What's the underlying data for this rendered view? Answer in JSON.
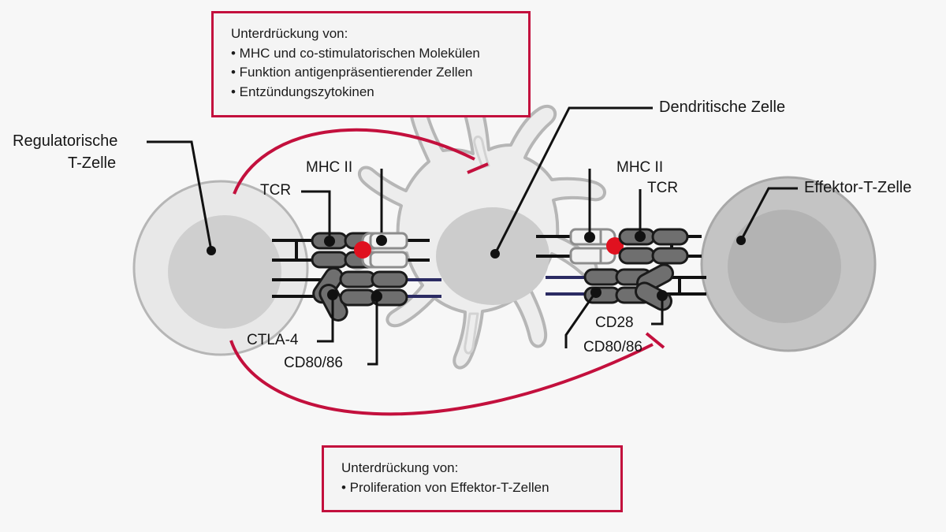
{
  "diagram": {
    "title_semantic": "Regulatorische T-Zelle vermittelte Suppression dendritischer Zellen und Effektor-T-Zellen",
    "background_color": "#f7f7f7",
    "accent_color": "#c3103d",
    "antigen_color": "#e0111f",
    "membrane_color_tcell": "#111111",
    "membrane_color_dendritic": "#2b2b63",
    "receptor_fill": "#6f6f6f",
    "mhc_fill": "#f2f2f2"
  },
  "callouts": {
    "top": {
      "title": "Unterdrückung von:",
      "items": [
        "• MHC und co-stimulatorischen Molekülen",
        "• Funktion antigenpräsentierender Zellen",
        "• Entzündungszytokinen"
      ]
    },
    "bottom": {
      "title": "Unterdrückung von:",
      "items": [
        "• Proliferation von Effektor-T-Zellen"
      ]
    }
  },
  "cells": {
    "regulatory_t_cell": {
      "label_line1": "Regulatorische",
      "label_line2": "T-Zelle",
      "fill": "#e8e8e8",
      "nucleus_fill": "#cfcfcf"
    },
    "dendritic_cell": {
      "label": "Dendritische Zelle",
      "fill": "#ededed",
      "nucleus_fill": "#cccccc"
    },
    "effector_t_cell": {
      "label": "Effektor-T-Zelle",
      "fill": "#c4c4c4",
      "nucleus_fill": "#b3b3b3"
    }
  },
  "molecules": {
    "left_junction": {
      "tcr": "TCR",
      "mhc": "MHC II",
      "ctla4": "CTLA-4",
      "cd8086": "CD80/86"
    },
    "right_junction": {
      "mhc": "MHC II",
      "tcr": "TCR",
      "cd28": "CD28",
      "cd8086": "CD80/86"
    }
  }
}
